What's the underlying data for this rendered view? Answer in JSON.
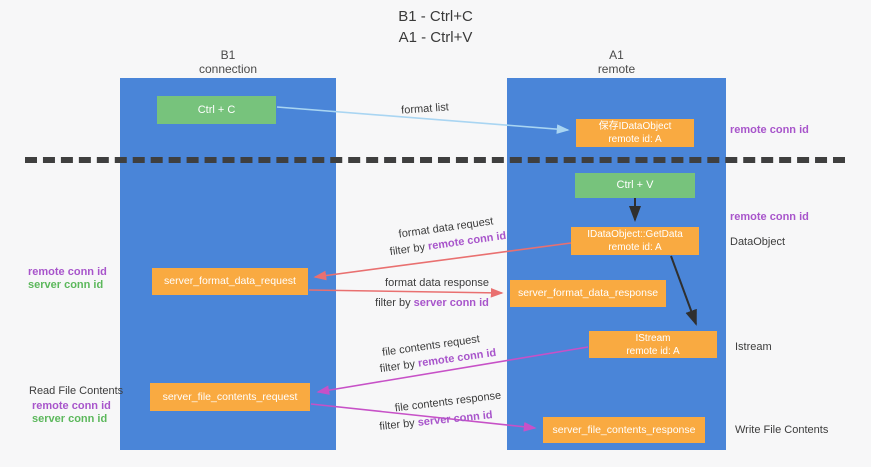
{
  "title": {
    "line1": "B1 - Ctrl+C",
    "line2": "A1 - Ctrl+V"
  },
  "lanes": {
    "b1": {
      "name": "B1",
      "role": "connection"
    },
    "a1": {
      "name": "A1",
      "role": "remote"
    }
  },
  "nodes": {
    "ctrl_c": {
      "label": "Ctrl + C"
    },
    "save_dataobject": {
      "line1": "保存IDataObject",
      "line2": "remote id: A"
    },
    "ctrl_v": {
      "label": "Ctrl + V"
    },
    "getdata": {
      "line1": "IDataObject::GetData",
      "line2": "remote id: A"
    },
    "server_format_data_request": {
      "label": "server_format_data_request"
    },
    "server_format_data_response": {
      "label": "server_format_data_response"
    },
    "istream": {
      "line1": "IStream",
      "line2": "remote id: A"
    },
    "server_file_contents_request": {
      "label": "server_file_contents_request"
    },
    "server_file_contents_response": {
      "label": "server_file_contents_response"
    }
  },
  "edges": {
    "format_list": {
      "label": "format list"
    },
    "format_data_request": {
      "label": "format data request",
      "filter_prefix": "filter by ",
      "filter_key": "remote conn id"
    },
    "format_data_response": {
      "label": "format data response",
      "filter_prefix": "filter by ",
      "filter_key": "server conn id"
    },
    "file_contents_request": {
      "label": "file contents request",
      "filter_prefix": "filter by ",
      "filter_key": "remote conn id"
    },
    "file_contents_response": {
      "label": "file contents response",
      "filter_prefix": "filter by ",
      "filter_key": "server conn id"
    }
  },
  "annotations": {
    "left_format": {
      "remote": "remote conn id",
      "server": "server conn id"
    },
    "left_file": {
      "title": "Read File Contents",
      "remote": "remote conn id",
      "server": "server conn id"
    },
    "right_top": {
      "label": "remote conn id"
    },
    "right_ctrlv": {
      "label": "remote conn id"
    },
    "right_dataobject": {
      "label": "DataObject"
    },
    "right_istream": {
      "label": "Istream"
    },
    "right_write": {
      "label": "Write File Contents"
    }
  },
  "colors": {
    "lane_blue": "#4a85d8",
    "node_green": "#77c37c",
    "node_orange": "#f9aa41",
    "arrow_light_blue": "#a9d5f2",
    "arrow_red": "#e97070",
    "arrow_magenta": "#c751c7",
    "arrow_black": "#2f2f2f",
    "text_purple": "#a855cb",
    "text_green": "#5cb85c"
  }
}
